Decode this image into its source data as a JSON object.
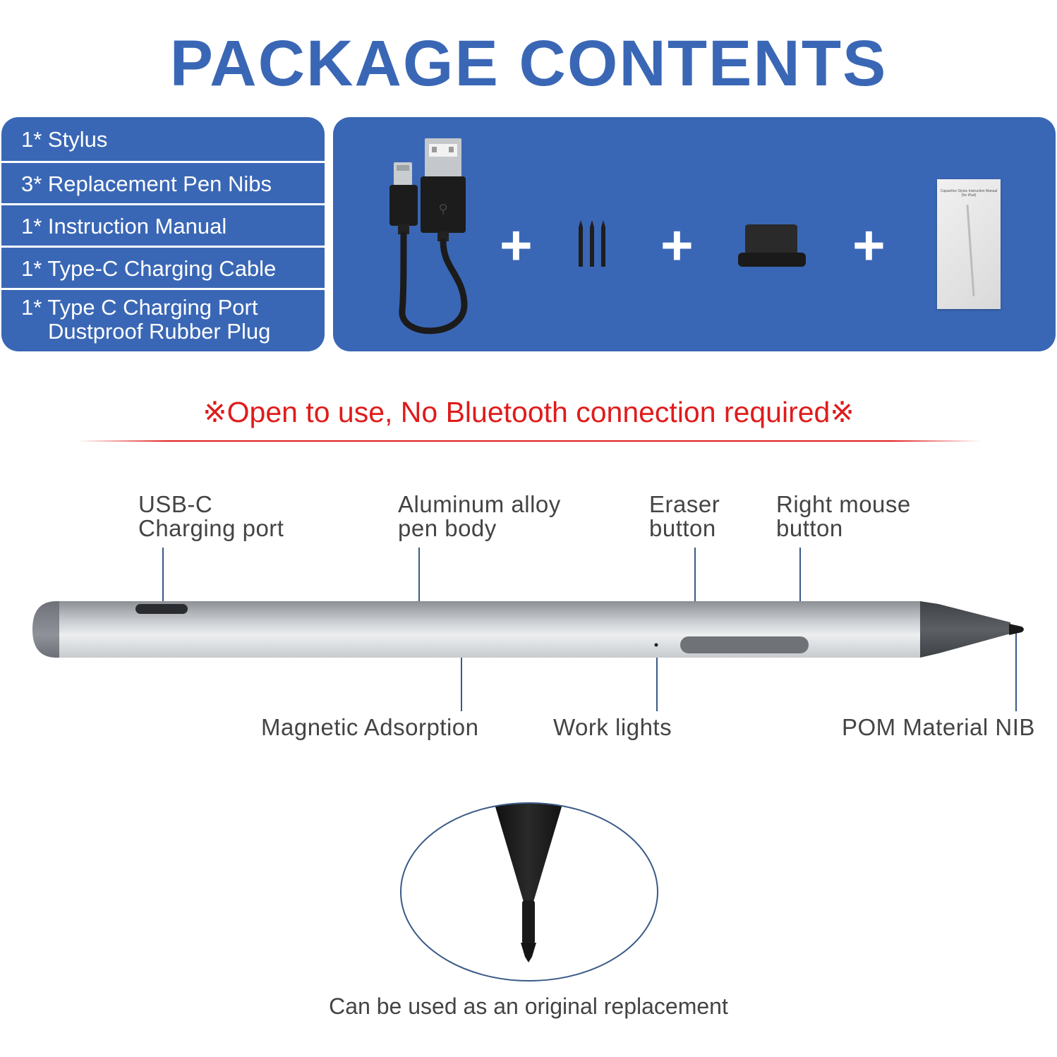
{
  "title": "PACKAGE CONTENTS",
  "contents": [
    {
      "text": "1* Stylus"
    },
    {
      "text": "3* Replacement Pen Nibs"
    },
    {
      "text": "1* Instruction Manual"
    },
    {
      "text": "1* Type-C Charging Cable"
    },
    {
      "text": "1* Type C Charging Port",
      "text2": "Dustproof Rubber Plug"
    }
  ],
  "panel": {
    "plus": "+",
    "manual_cover_text": "Capacitive Stylus Instruction Manual",
    "manual_cover_sub": "(for iPad)"
  },
  "notice": "※Open to use, No Bluetooth connection required※",
  "callouts": {
    "usb_c": {
      "line1": "USB-C",
      "line2": "Charging port"
    },
    "body": {
      "line1": "Aluminum alloy",
      "line2": "pen body"
    },
    "eraser": {
      "line1": "Eraser",
      "line2": "button"
    },
    "right_mouse": {
      "line1": "Right mouse",
      "line2": "button"
    },
    "magnetic": "Magnetic Adsorption",
    "work_lights": "Work lights",
    "nib": "POM Material NIB"
  },
  "caption": "Can be used as an original replacement",
  "colors": {
    "brand_blue": "#3a67b5",
    "notice_red": "#e01b1b"
  }
}
